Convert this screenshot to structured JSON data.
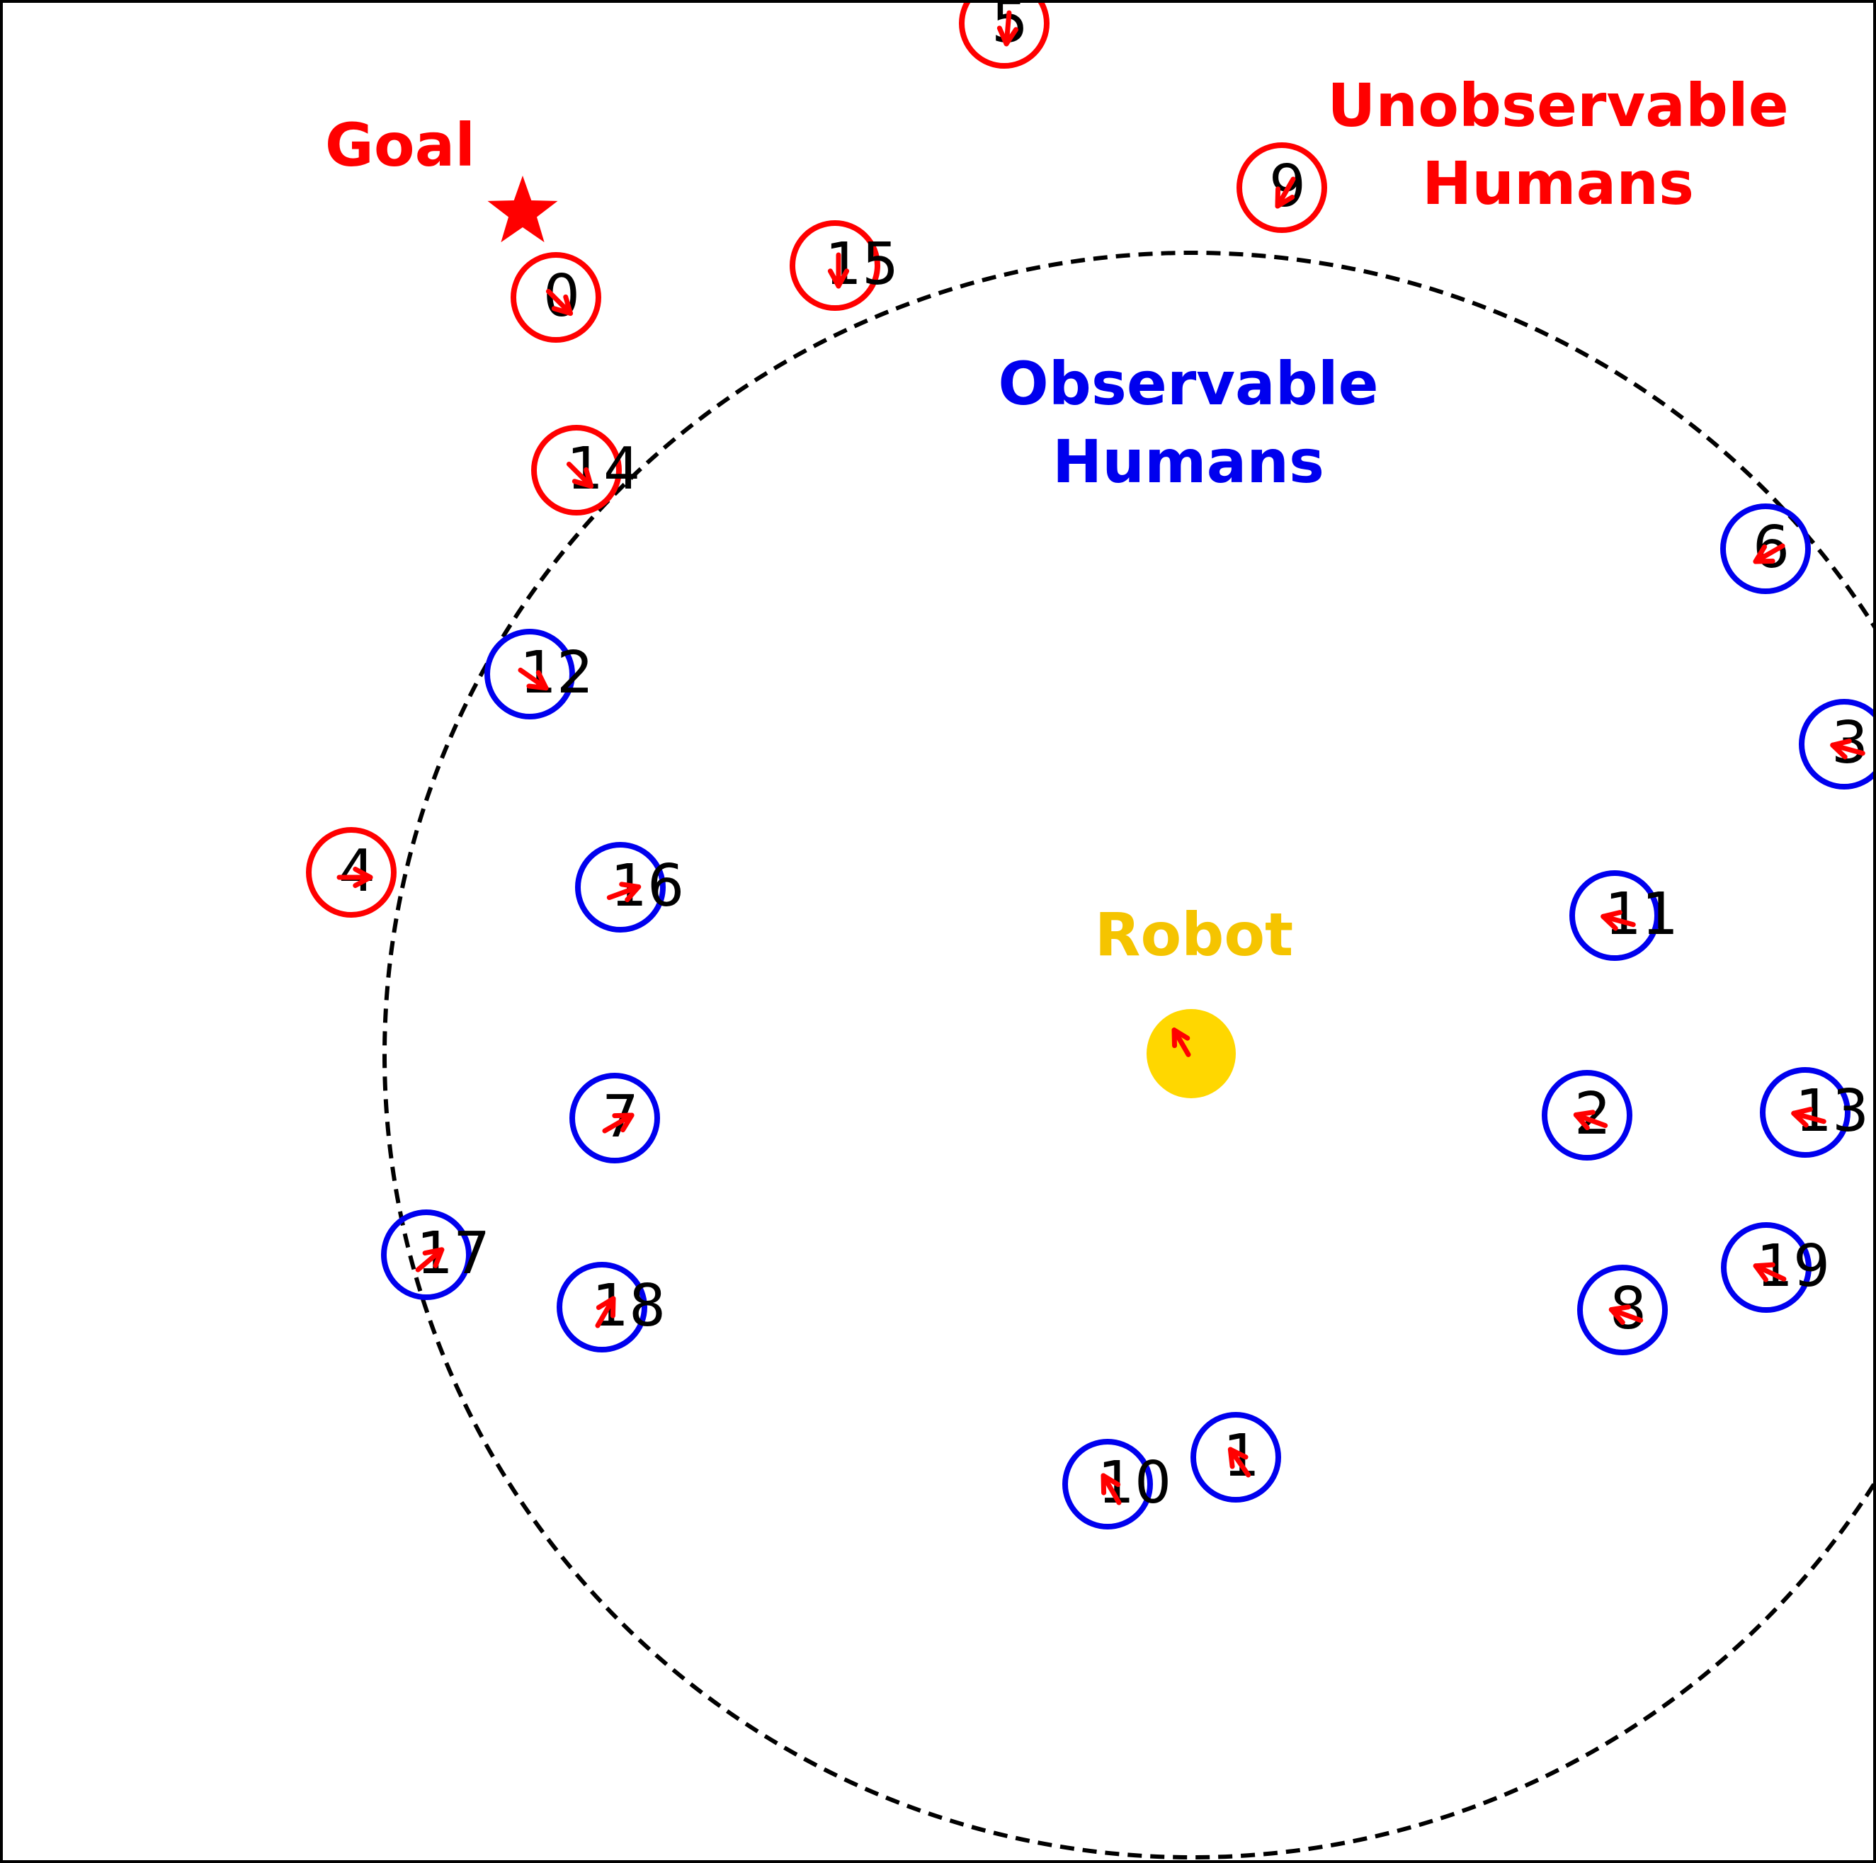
{
  "colors": {
    "observable": "#0000ee",
    "unobservable": "#ff0000",
    "robot": "#ffd700",
    "robot_text": "#f5c400",
    "arrow": "#ff0000",
    "boundary": "#000000",
    "human_id": "#000000"
  },
  "labels": {
    "goal": "Goal",
    "unobservable_line1": "Unobservable",
    "unobservable_line2": "Humans",
    "observable_line1": "Observable",
    "observable_line2": "Humans",
    "robot": "Robot"
  },
  "goal": {
    "icon": "star-icon"
  },
  "humans": [
    {
      "id": "0",
      "observable": false,
      "heading_deg": 45
    },
    {
      "id": "1",
      "observable": true,
      "heading_deg": 235
    },
    {
      "id": "2",
      "observable": true,
      "heading_deg": 200
    },
    {
      "id": "3",
      "observable": true,
      "heading_deg": 195
    },
    {
      "id": "4",
      "observable": false,
      "heading_deg": 0
    },
    {
      "id": "5",
      "observable": false,
      "heading_deg": 95
    },
    {
      "id": "6",
      "observable": true,
      "heading_deg": 150
    },
    {
      "id": "7",
      "observable": true,
      "heading_deg": 330
    },
    {
      "id": "8",
      "observable": true,
      "heading_deg": 200
    },
    {
      "id": "9",
      "observable": false,
      "heading_deg": 120
    },
    {
      "id": "10",
      "observable": true,
      "heading_deg": 240
    },
    {
      "id": "11",
      "observable": true,
      "heading_deg": 195
    },
    {
      "id": "12",
      "observable": true,
      "heading_deg": 35
    },
    {
      "id": "13",
      "observable": true,
      "heading_deg": 195
    },
    {
      "id": "14",
      "observable": false,
      "heading_deg": 45
    },
    {
      "id": "15",
      "observable": false,
      "heading_deg": 90
    },
    {
      "id": "16",
      "observable": true,
      "heading_deg": 340
    },
    {
      "id": "17",
      "observable": true,
      "heading_deg": 320
    },
    {
      "id": "18",
      "observable": true,
      "heading_deg": 300
    },
    {
      "id": "19",
      "observable": true,
      "heading_deg": 205
    }
  ],
  "robot": {
    "heading_deg": 240
  }
}
